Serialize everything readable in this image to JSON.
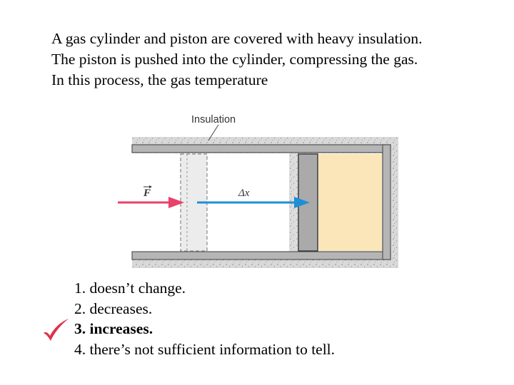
{
  "question": {
    "lines": [
      "A gas cylinder and piston are covered with heavy insulation.",
      "The piston is pushed into the cylinder, compressing the gas.",
      "In this process, the gas temperature"
    ]
  },
  "diagram": {
    "insulation_label": "Insulation",
    "force_label": "F",
    "displacement_label": "Δx",
    "colors": {
      "insulation": "#d8d8d8",
      "wall": "#b3b3b3",
      "gas": "#fbe6b9",
      "piston": "#aaaaaa",
      "force_arrow": "#e8416a",
      "displacement_arrow": "#1e8fd6"
    }
  },
  "choices": [
    {
      "number": "1.",
      "text": "doesn’t change."
    },
    {
      "number": "2.",
      "text": "decreases."
    },
    {
      "number": "3.",
      "text": "increases."
    },
    {
      "number": "4.",
      "text": "there’s not sufficient information to tell."
    }
  ],
  "correct_choice": "3",
  "check_color": "#e0314a",
  "check_icon": "checkmark-icon"
}
